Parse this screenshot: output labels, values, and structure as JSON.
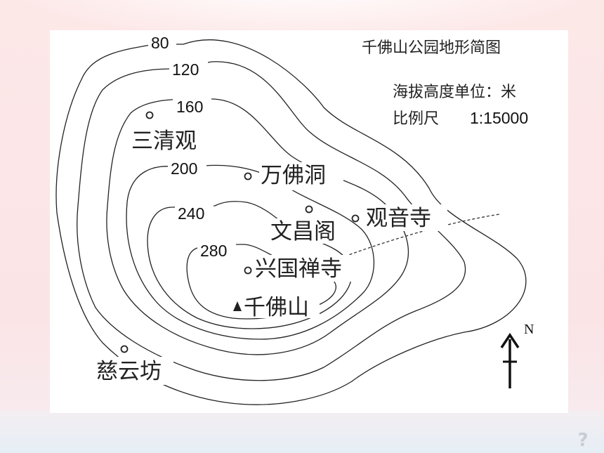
{
  "map": {
    "title": "千佛山公园地形简图",
    "unit_label": "海拔高度单位：米",
    "scale_label": "比例尺",
    "scale_value": "1:15000",
    "contour_labels": [
      "80",
      "120",
      "160",
      "200",
      "240",
      "280"
    ],
    "places": {
      "sanqingguan": "三清观",
      "wanfodong": "万佛洞",
      "wenchangge": "文昌阁",
      "guanyinsi": "观音寺",
      "xingguochansi": "兴国禅寺",
      "qianfoshan": "千佛山",
      "ciyunfang": "慈云坊"
    },
    "north_label": "N"
  },
  "ui": {
    "help_icon": "?"
  }
}
